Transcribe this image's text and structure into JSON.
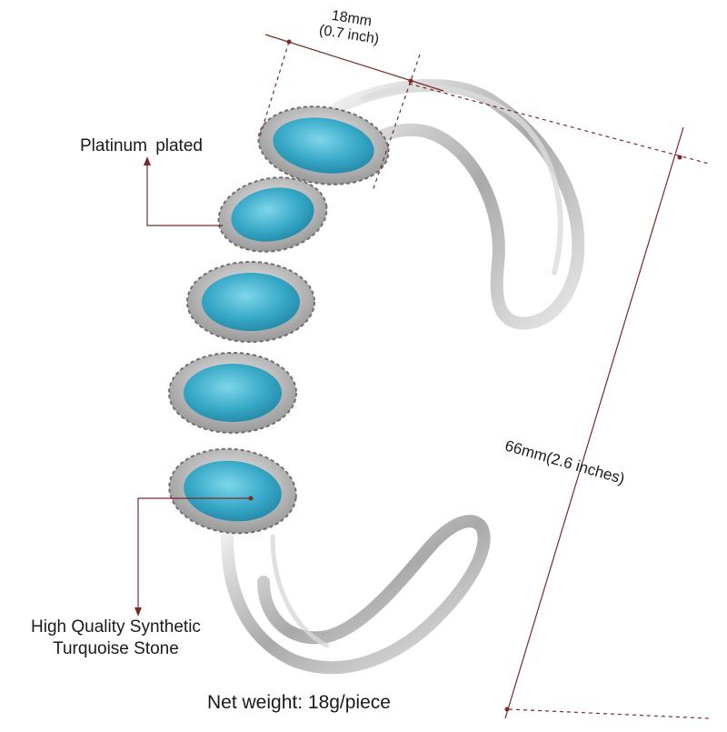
{
  "annotations": {
    "width_mm": "18mm",
    "width_in": "(0.7 inch)",
    "height": "66mm(2.6 inches)",
    "plating": "Platinum  plated",
    "stone_line1": "High Quality Synthetic",
    "stone_line2": "Turquoise Stone",
    "weight": "Net weight: 18g/piece"
  },
  "colors": {
    "dimension_line": "#7a2a2a",
    "metal": "#c8c8c8",
    "turquoise": "#3fb6d2"
  },
  "icons": {
    "stone": "turquoise-stone-icon",
    "bangle": "bangle-icon"
  }
}
